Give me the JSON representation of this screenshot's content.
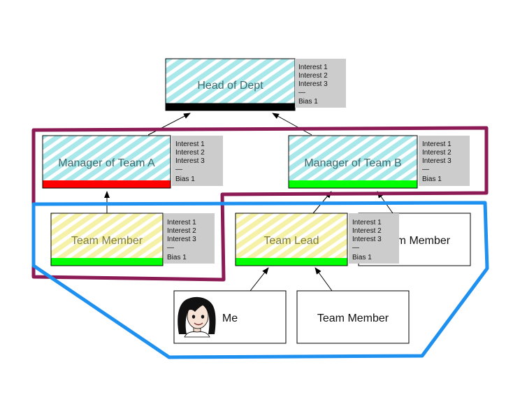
{
  "colors": {
    "hatch_cyan": "#a9e8ea",
    "hatch_yellow": "#f5f2a8",
    "label_dark_teal": "#3f6b6f",
    "label_olive": "#7e7b3c",
    "info_panel": "#cccccc",
    "status_black": "#000000",
    "status_red": "#ff0000",
    "status_green": "#00ff00",
    "group_maroon": "#8b1a55",
    "group_blue": "#1e90f0"
  },
  "info_lines": [
    "Interest 1",
    "Interest 2",
    "Interest 3",
    "—",
    "Bias 1"
  ],
  "nodes": {
    "head": {
      "label": "Head of Dept",
      "fill": "cyan",
      "status": "black"
    },
    "manager_a": {
      "label": "Manager of Team A",
      "fill": "cyan",
      "status": "red"
    },
    "manager_b": {
      "label": "Manager of Team B",
      "fill": "cyan",
      "status": "green"
    },
    "member_a": {
      "label": "Team Member",
      "fill": "yellow",
      "status": "green"
    },
    "team_lead": {
      "label": "Team Lead",
      "fill": "yellow",
      "status": "green"
    },
    "member_right": {
      "label": "Team Member"
    },
    "me": {
      "label": "Me",
      "avatar": "woman-avatar-icon"
    },
    "member_bottom": {
      "label": "Team Member"
    }
  }
}
